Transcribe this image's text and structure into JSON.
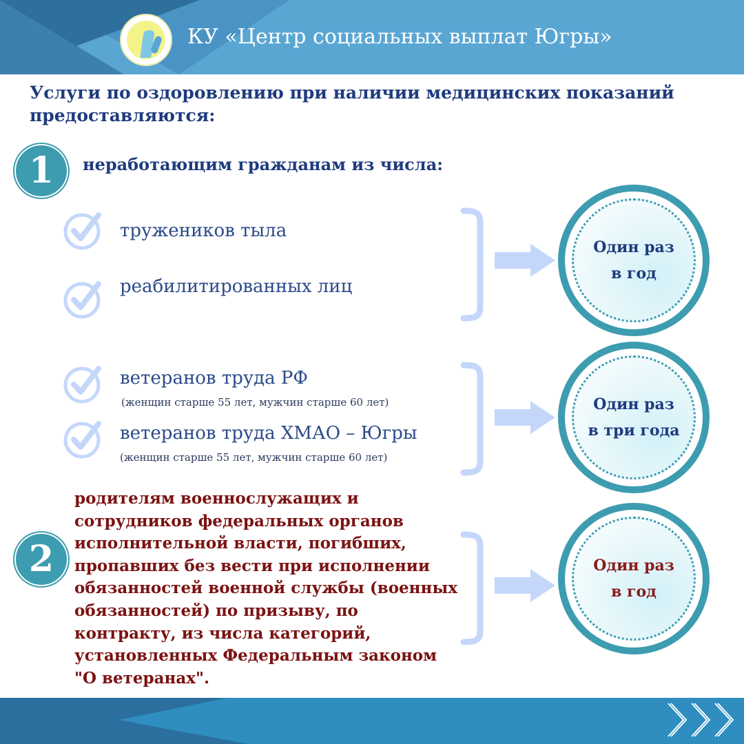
{
  "header": {
    "title": "КУ «Центр социальных выплат Югры»",
    "logo_icon": "organization-emblem-logo"
  },
  "headline": "Услуги по оздоровлению при наличии медицинских показаний предоставляются:",
  "section1": {
    "number": "1",
    "label": "неработающим гражданам из числа:",
    "items": [
      {
        "text": "тружеников тыла"
      },
      {
        "text": "реабилитированных лиц"
      },
      {
        "text": "ветеранов труда РФ",
        "note": "(женщин старше 55 лет, мужчин старше 60 лет)"
      },
      {
        "text": "ветеранов труда ХМАО – Югры",
        "note": "(женщин старше 55 лет, мужчин старше 60 лет)"
      }
    ],
    "freq_a": {
      "line1": "Один раз",
      "line2": "в год"
    },
    "freq_b": {
      "line1": "Один раз",
      "line2": "в три года"
    }
  },
  "section2": {
    "number": "2",
    "text": "родителям военнослужащих и сотрудников федеральных органов исполнительной власти, погибших, пропавших без вести при исполнении обязанностей военной службы (военных обязанностей) по призыву, по контракту, из числа категорий, установленных Федеральным законом \"О ветеранах\".",
    "freq": {
      "line1": "Один раз",
      "line2": "в год"
    }
  },
  "colors": {
    "header_blue": "#5aa6d3",
    "navy_text": "#1f3b7e",
    "teal_accent": "#3d9cb0",
    "dark_red_text": "#7b1212",
    "light_blue_shapes": "#c4d7fb",
    "footer_blue": "#2f8dbf"
  },
  "icons": {
    "check": "checkmark-circle-icon",
    "arrow": "arrow-right-icon",
    "bracket": "right-brace-icon",
    "chevrons": "triple-chevron-right-icon"
  }
}
